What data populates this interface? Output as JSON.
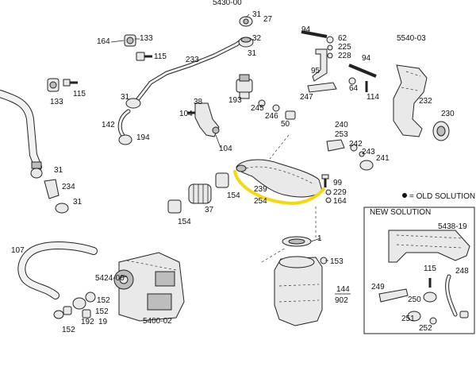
{
  "labels": {
    "top_cut": "5430-00",
    "l31a": "31",
    "l27": "27",
    "l32": "32",
    "l31b": "31",
    "l164a": "164",
    "l133a": "133",
    "l115a": "115",
    "l233": "233",
    "l133b": "133",
    "l115b": "115",
    "l31c": "31",
    "l38": "38",
    "l104a": "104",
    "l104b": "104",
    "l193": "193",
    "l245": "245",
    "l246": "246",
    "l50": "50",
    "l142": "142",
    "l194": "194",
    "l94a": "94",
    "l62": "62",
    "l225": "225",
    "l228": "228",
    "l95": "95",
    "l247": "247",
    "l94b": "94",
    "l64": "64",
    "l114": "114",
    "l5540": "5540-03",
    "l232": "232",
    "l230": "230",
    "l240": "240",
    "l253": "253",
    "l242": "242",
    "l243": "243",
    "l241": "241",
    "l31d": "31",
    "l234": "234",
    "l31e": "31",
    "l239": "239",
    "l254": "254",
    "l99": "99",
    "l229": "229",
    "l164b": "164",
    "l154a": "154",
    "l154b": "154",
    "l37": "37",
    "l107": "107",
    "l1": "1",
    "l153": "153",
    "l5424": "5424-00",
    "l5400": "5400-02",
    "l152a": "152",
    "l152b": "152",
    "l192": "192",
    "l19": "19",
    "l152c": "152",
    "l144": "144",
    "l902": "902"
  },
  "legend": {
    "text": "= OLD SOLUTION"
  },
  "inset": {
    "title": "NEW SOLUTION",
    "l5438": "5438-19",
    "l115": "115",
    "l249": "249",
    "l248": "248",
    "l250": "250",
    "l251": "251",
    "l252": "252"
  },
  "colors": {
    "highlight": "#f5d90a",
    "line": "#222222"
  }
}
